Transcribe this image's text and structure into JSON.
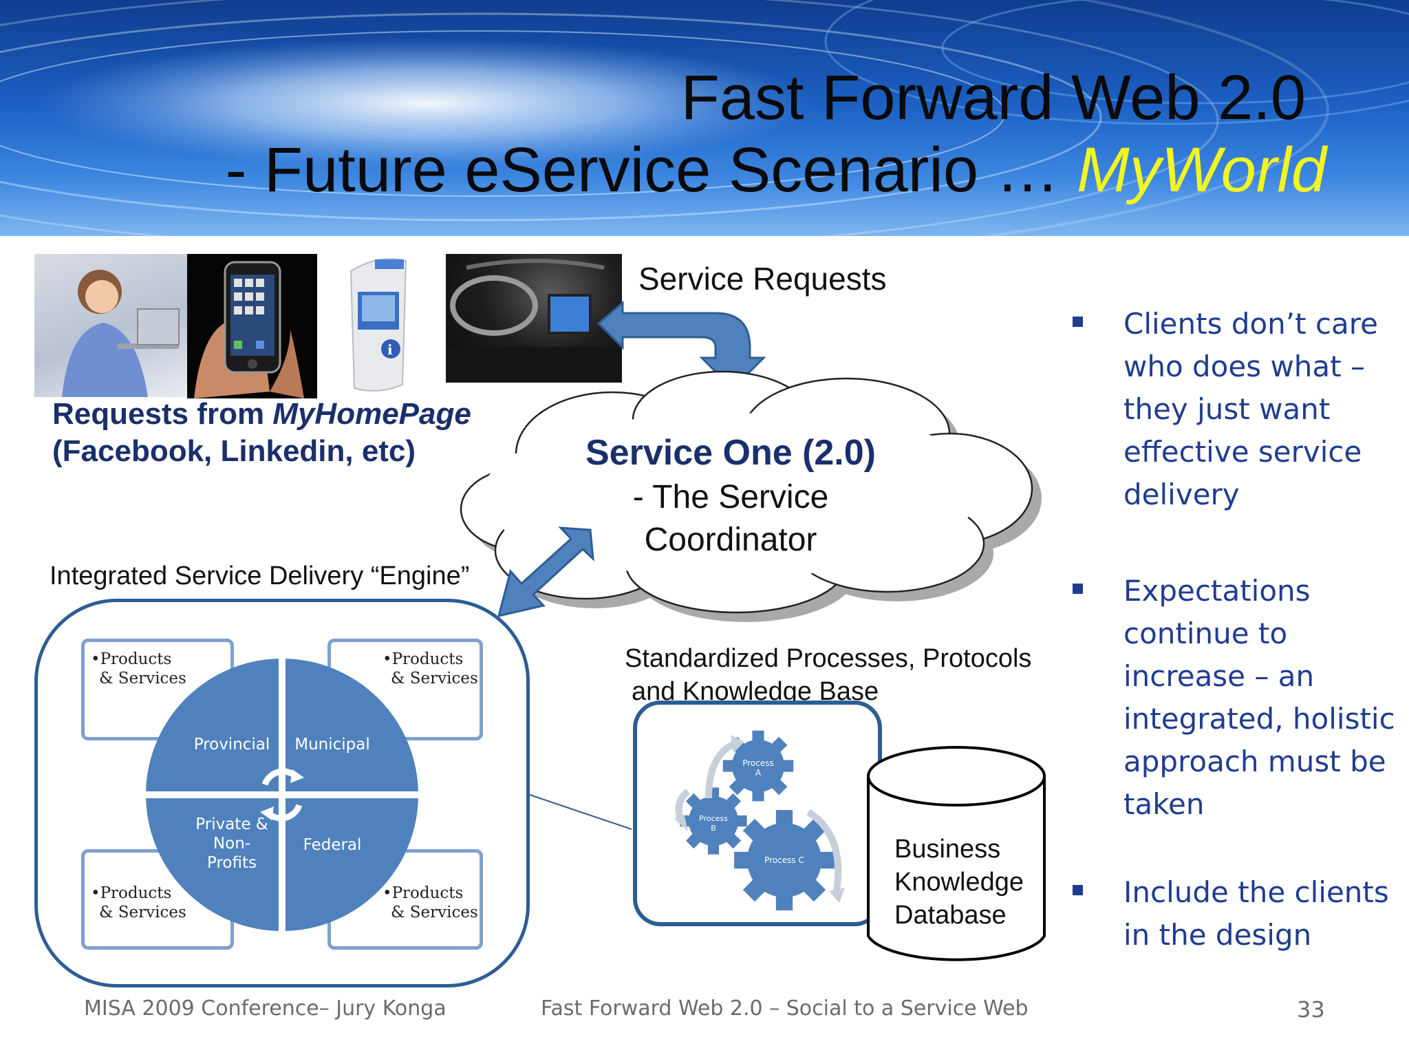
{
  "header": {
    "title_line1": "Fast Forward Web 2.0",
    "title_line2_prefix": "- Future eService Scenario … ",
    "title_line2_highlight": "MyWorld",
    "highlight_color": "#f3f51f"
  },
  "diagram": {
    "service_requests": "Service Requests",
    "requests_line1_prefix": "Requests from ",
    "requests_line1_italic": "MyHomePage",
    "requests_line2": "(Facebook, Linkedin, etc)",
    "cloud_title": "Service One (2.0)",
    "cloud_sub1": "- The Service",
    "cloud_sub2": "Coordinator",
    "engine_label": "Integrated Service Delivery “Engine”",
    "standardized_line1": "Standardized Processes, Protocols",
    "standardized_line2": "and Knowledge Base",
    "quadrants": {
      "provincial": "Provincial",
      "municipal": "Municipal",
      "private_l1": "Private &",
      "private_l2": "Non-",
      "private_l3": "Profits",
      "federal": "Federal"
    },
    "products_line1": "•Products",
    "products_line2": "& Services",
    "gears": {
      "a_l1": "Process",
      "a_l2": "A",
      "b_l1": "Process",
      "b_l2": "B",
      "c": "Process C"
    },
    "database_l1": "Business",
    "database_l2": "Knowledge",
    "database_l3": "Database",
    "accent_color": "#4f81bd"
  },
  "bullets": [
    {
      "lines": [
        "Clients don’t care",
        "who does what –",
        "they just want",
        "effective service",
        "delivery"
      ]
    },
    {
      "lines": [
        "Expectations",
        "continue to",
        "increase – an",
        "integrated, holistic",
        "approach must be",
        "taken"
      ]
    },
    {
      "lines": [
        "Include the clients",
        "in the design"
      ]
    }
  ],
  "footer": {
    "left": "MISA 2009 Conference– Jury Konga",
    "center": "Fast Forward Web 2.0 – Social to a Service Web",
    "page_number": "33"
  }
}
